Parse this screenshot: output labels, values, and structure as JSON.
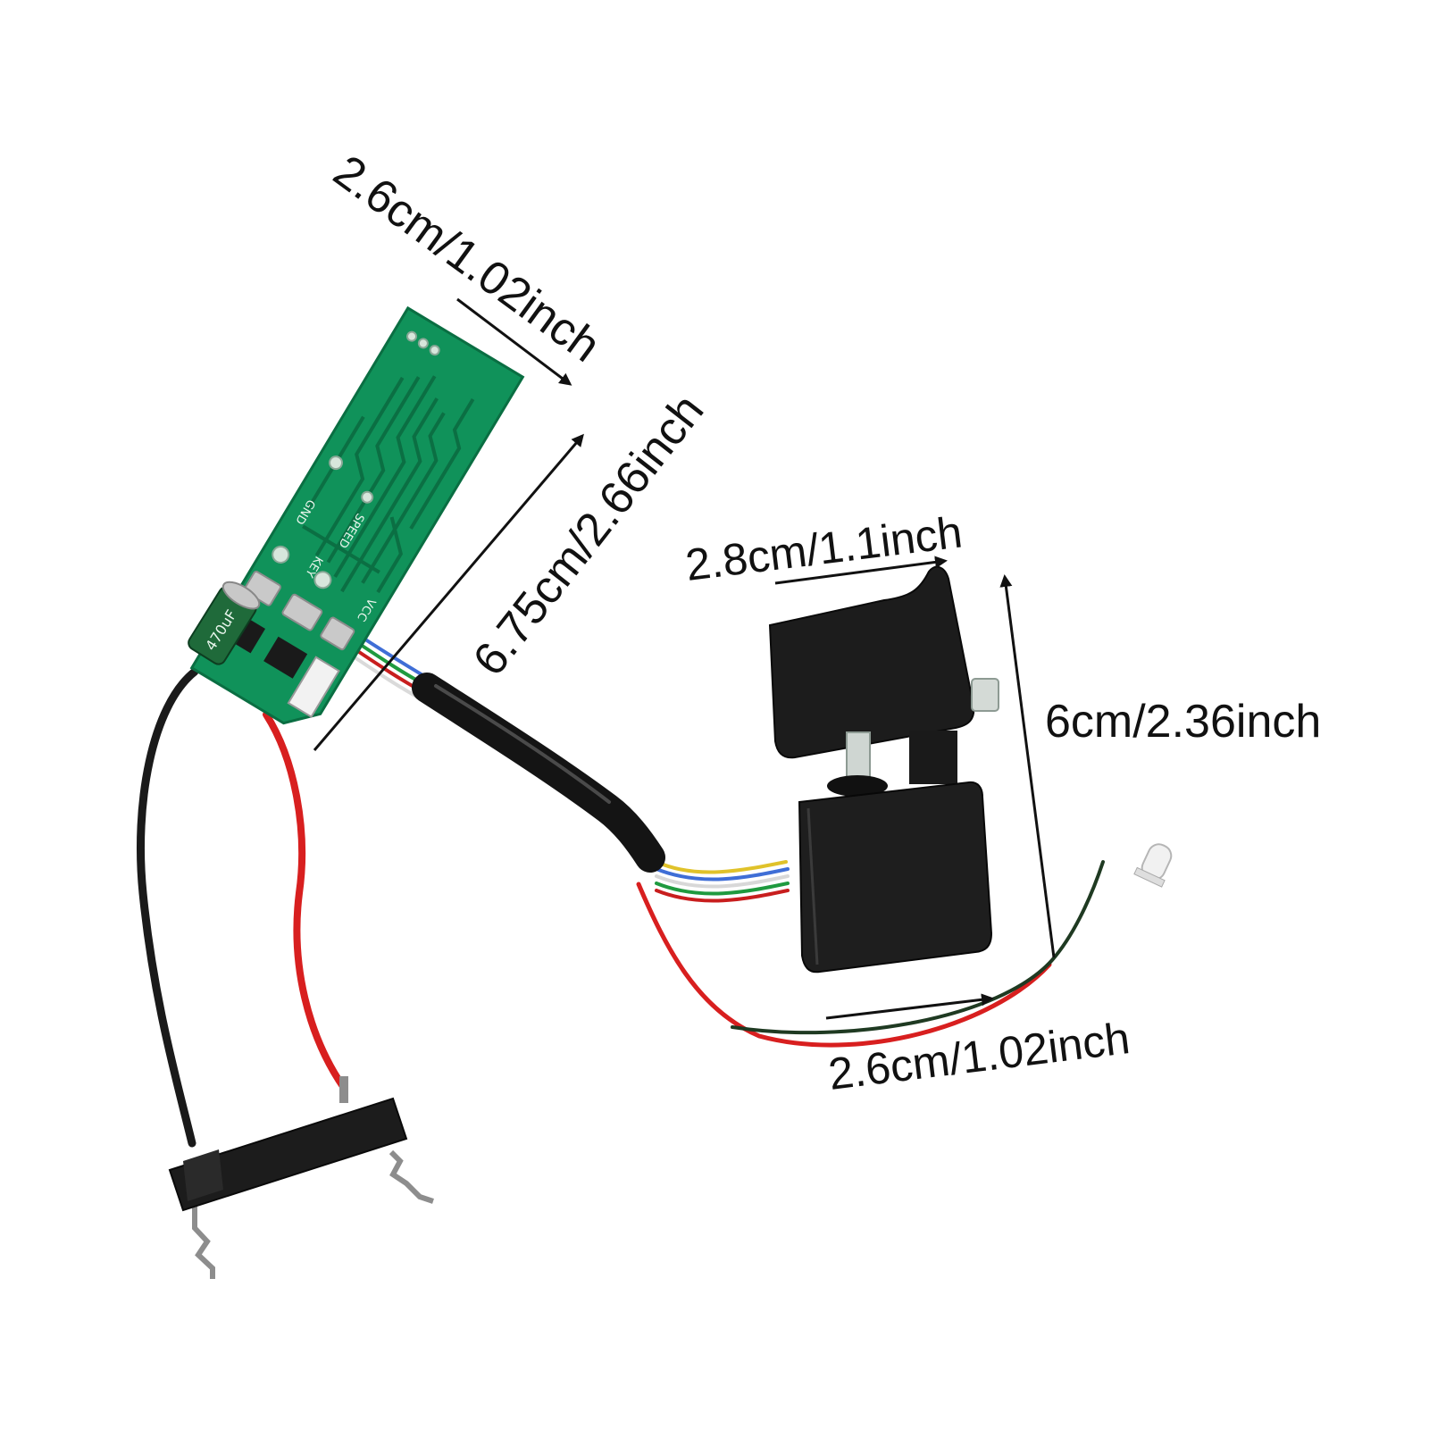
{
  "colors": {
    "background": "#ffffff",
    "pcb_green": "#10925a",
    "trace_green": "#0b6f43",
    "plastic_black": "#1c1c1c",
    "wire_red": "#d81f1f",
    "wire_black": "#1a1a1a",
    "dimension_line": "#111111"
  },
  "dimensions": {
    "pcb_width": "2.6cm/1.02inch",
    "pcb_length": "6.75cm/2.66inch",
    "switch_width": "2.8cm/1.1inch",
    "switch_height": "6cm/2.36inch",
    "switch_base_width": "2.6cm/1.02inch"
  },
  "pcb_silkscreen": {
    "gnd": "GND",
    "speed": "SPEED",
    "key": "KEY",
    "vcc": "VCC",
    "capacitor": "470uF"
  }
}
